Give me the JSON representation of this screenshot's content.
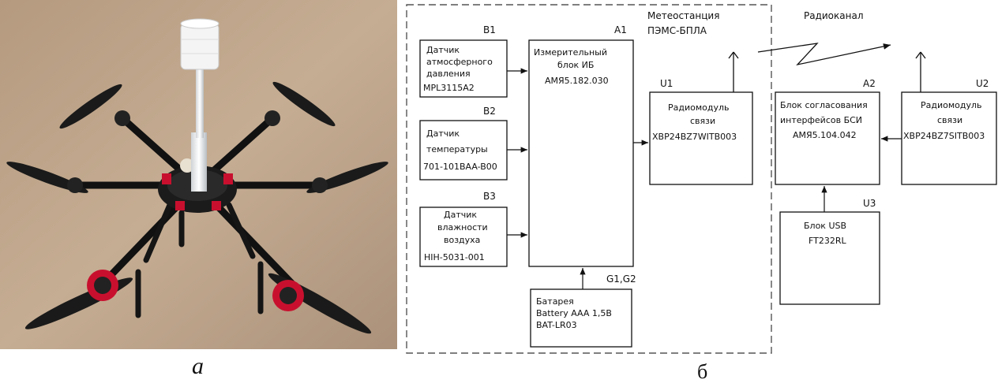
{
  "captions": {
    "left": "а",
    "right": "б"
  },
  "diagram": {
    "station_title_line1": "Метеостанция",
    "station_title_line2": "ПЭМС-БПЛА",
    "radio_channel": "Радиоканал",
    "b1": {
      "ref": "B1",
      "lines": [
        "Датчик",
        "атмосферного",
        "давления",
        "MPL3115A2"
      ]
    },
    "b2": {
      "ref": "B2",
      "lines": [
        "Датчик",
        "температуры",
        "701-101BAA-B00"
      ]
    },
    "b3": {
      "ref": "B3",
      "lines": [
        "Датчик",
        "влажности",
        "воздуха",
        "HIH-5031-001"
      ]
    },
    "a1": {
      "ref": "A1",
      "lines": [
        "Измерительный",
        "блок ИБ",
        "АМЯ5.182.030"
      ]
    },
    "g": {
      "ref": "G1,G2",
      "lines": [
        "Батарея",
        "Battery AAA 1,5В",
        "BAT-LR03"
      ]
    },
    "u1": {
      "ref": "U1",
      "lines": [
        "Радиомодуль",
        "связи",
        "XBP24BZ7WITB003"
      ]
    },
    "a2": {
      "ref": "A2",
      "lines": [
        "Блок согласования",
        "интерфейсов БСИ",
        "АМЯ5.104.042"
      ]
    },
    "u2": {
      "ref": "U2",
      "lines": [
        "Радиомодуль",
        "связи",
        "XBP24BZ7SITB003"
      ]
    },
    "u3": {
      "ref": "U3",
      "lines": [
        "Блок USB",
        "FT232RL"
      ]
    }
  },
  "colors": {
    "ink": "#111111",
    "frame": "#555555",
    "frame_red": "#c8102e"
  }
}
